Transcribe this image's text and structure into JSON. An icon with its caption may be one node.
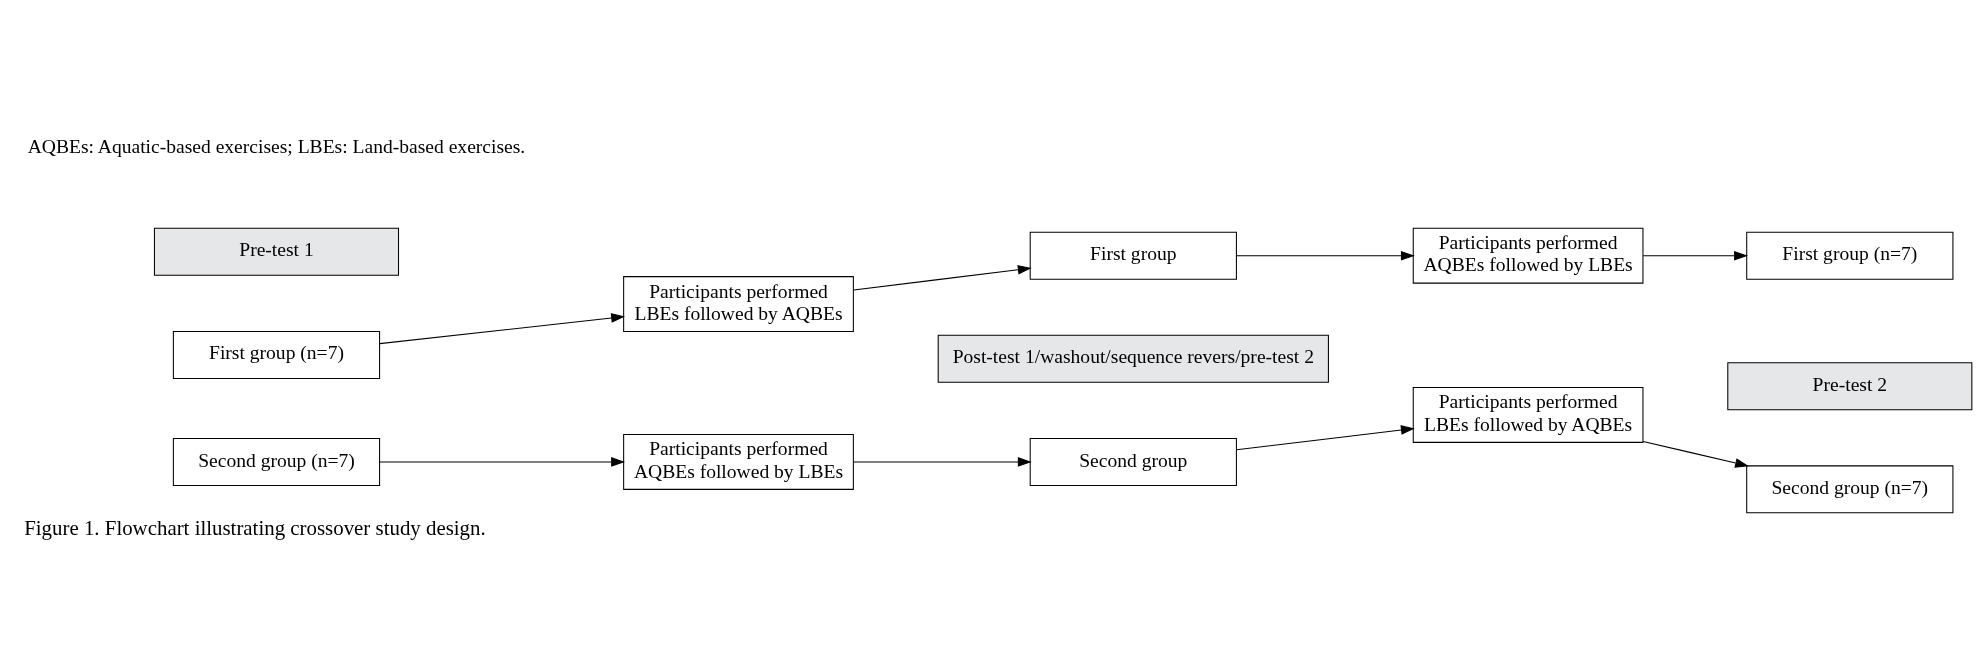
{
  "diagram": {
    "caption": "Figure 1. Flowchart illustrating crossover study design.",
    "nodes": [
      {
        "text": [
          "Pre-test 1"
        ]
      },
      {
        "text": [
          "Post-test 1/washout/sequence revers/pre-test 2"
        ]
      },
      {
        "text": [
          "Pre-test 2"
        ]
      },
      {
        "text": [
          "First group (n=7)"
        ]
      },
      {
        "text": [
          "Participants performed LBEs followed by AQBEs"
        ]
      },
      {
        "text": [
          "First group"
        ]
      },
      {
        "text": [
          "Participants performed LBEs followed by AQBEs"
        ]
      },
      {
        "text": [
          "Second group (n=7)"
        ]
      },
      {
        "text": [
          "Second group (n=7)"
        ]
      },
      {
        "text": [
          "Participants performed AQBEs followed by LBEs"
        ]
      },
      {
        "text": [
          "Second group"
        ]
      },
      {
        "text": [
          "Participants performed AQBEs followed by LBEs"
        ]
      },
      {
        "text": [
          "First group (n=7)"
        ]
      }
    ],
    "edges": [
      {
        "from": 3,
        "to": 4,
        "arrow": "to"
      },
      {
        "from": 4,
        "to": 5,
        "arrow": "to"
      },
      {
        "from": 5,
        "to": 11,
        "arrow": "to"
      },
      {
        "from": 6,
        "to": 7,
        "arrow": "to"
      },
      {
        "from": 8,
        "to": 9,
        "arrow": "to"
      },
      {
        "from": 9,
        "to": 10,
        "arrow": "to"
      },
      {
        "from": 10,
        "to": 6,
        "arrow": "to"
      },
      {
        "from": 11,
        "to": 12,
        "arrow": "to"
      }
    ],
    "labels": [
      "AQBEs: Aquatic-based exercises; LBEs: Land-based exercises."
    ]
  }
}
